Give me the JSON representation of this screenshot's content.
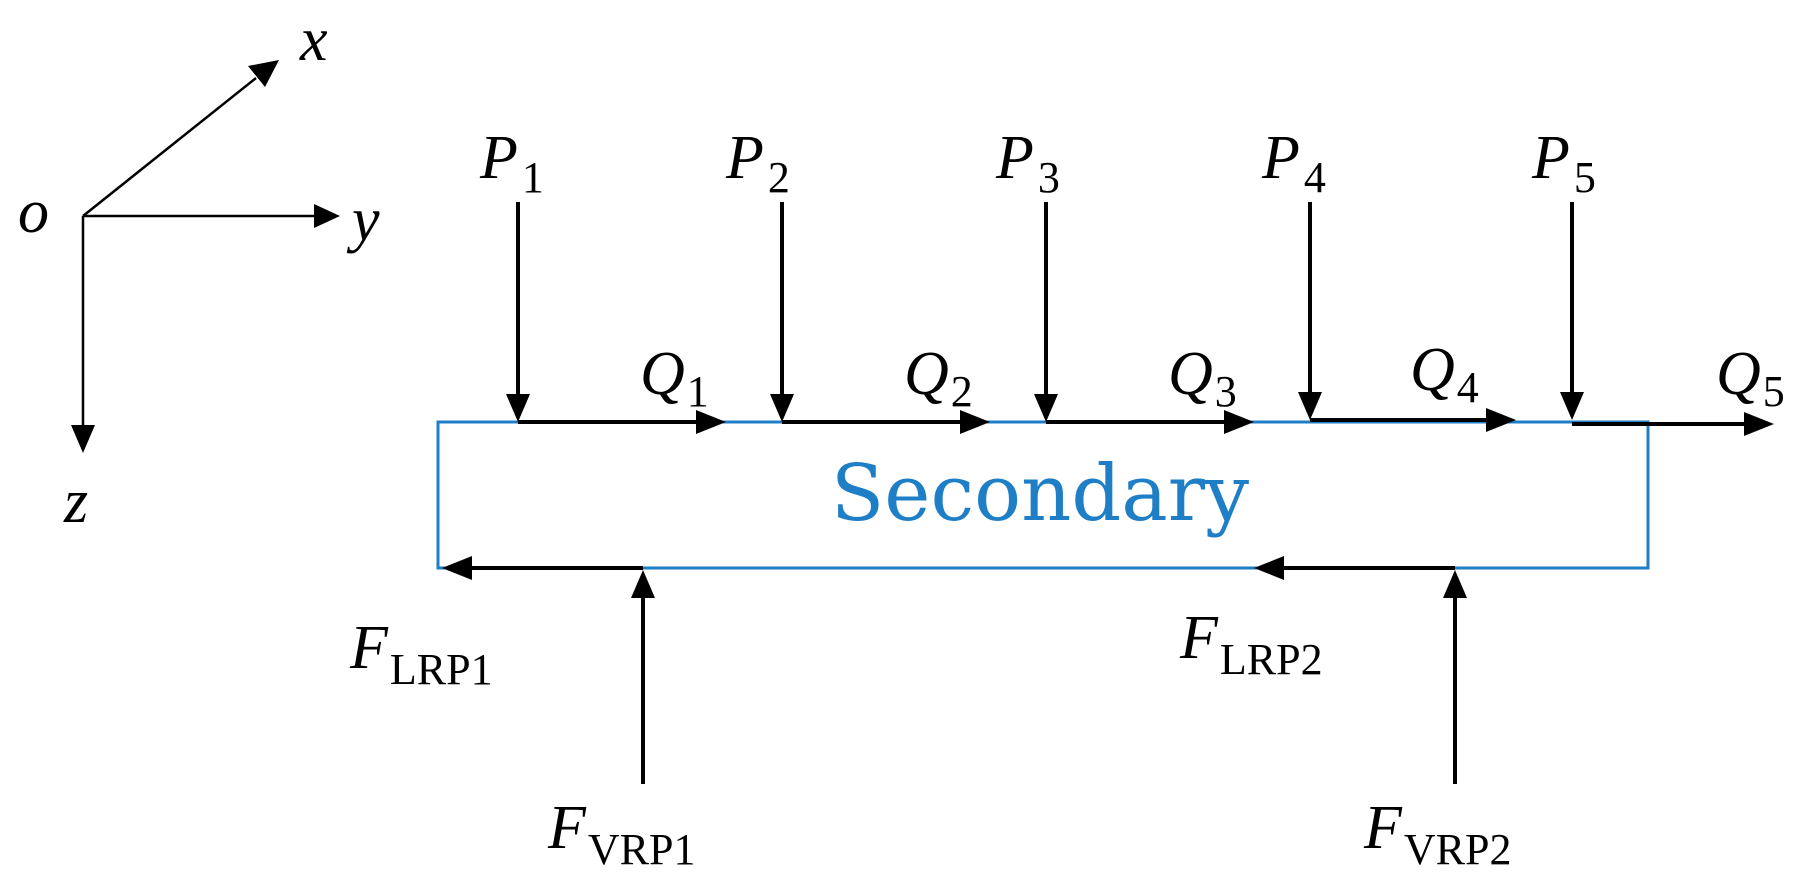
{
  "axes": {
    "origin": "o",
    "x": "x",
    "y": "y",
    "z": "z"
  },
  "box_label": "Secondary",
  "loads": {
    "p1": {
      "base": "P",
      "sub": "1"
    },
    "p2": {
      "base": "P",
      "sub": "2"
    },
    "p3": {
      "base": "P",
      "sub": "3"
    },
    "p4": {
      "base": "P",
      "sub": "4"
    },
    "p5": {
      "base": "P",
      "sub": "5"
    }
  },
  "forces": {
    "q1": {
      "base": "Q",
      "sub": "1"
    },
    "q2": {
      "base": "Q",
      "sub": "2"
    },
    "q3": {
      "base": "Q",
      "sub": "3"
    },
    "q4": {
      "base": "Q",
      "sub": "4"
    },
    "q5": {
      "base": "Q",
      "sub": "5"
    }
  },
  "reactions": {
    "lrp1": {
      "base": "F",
      "sub": "LRP1"
    },
    "lrp2": {
      "base": "F",
      "sub": "LRP2"
    },
    "vrp1": {
      "base": "F",
      "sub": "VRP1"
    },
    "vrp2": {
      "base": "F",
      "sub": "VRP2"
    }
  },
  "colors": {
    "box": "#1e7fc6",
    "box_label": "#1e7fc6",
    "arrows": "#000000"
  }
}
